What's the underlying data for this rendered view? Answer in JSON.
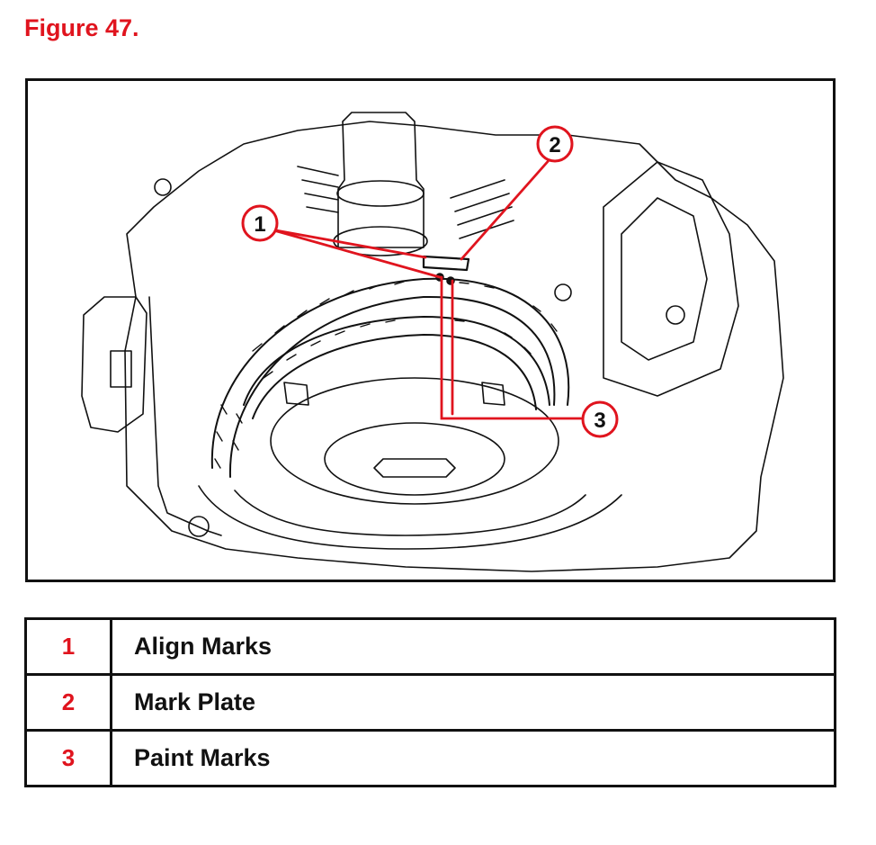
{
  "figure": {
    "title": "Figure 47."
  },
  "colors": {
    "callout": "#e0141e",
    "line": "#111111"
  },
  "callouts": [
    {
      "number": "1",
      "label": "Align Marks"
    },
    {
      "number": "2",
      "label": "Mark Plate"
    },
    {
      "number": "3",
      "label": "Paint Marks"
    }
  ]
}
